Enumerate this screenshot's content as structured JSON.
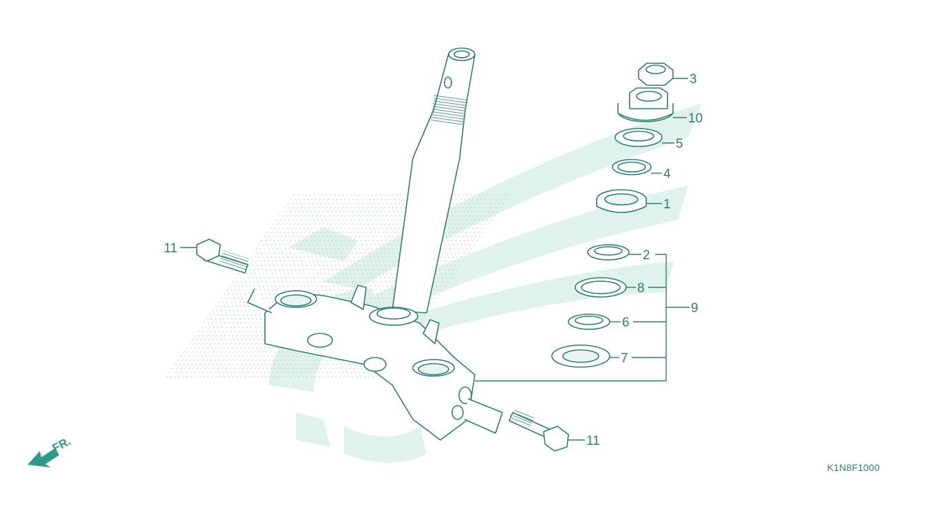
{
  "diagram": {
    "drawing_code": "K1N8F1000",
    "direction_marker": "FR.",
    "callouts": [
      "1",
      "2",
      "3",
      "4",
      "5",
      "6",
      "7",
      "8",
      "9",
      "10",
      "11",
      "11"
    ]
  },
  "colors": {
    "line": "#2f7d72",
    "watermark": "#dff2ec",
    "background": "#ffffff"
  }
}
